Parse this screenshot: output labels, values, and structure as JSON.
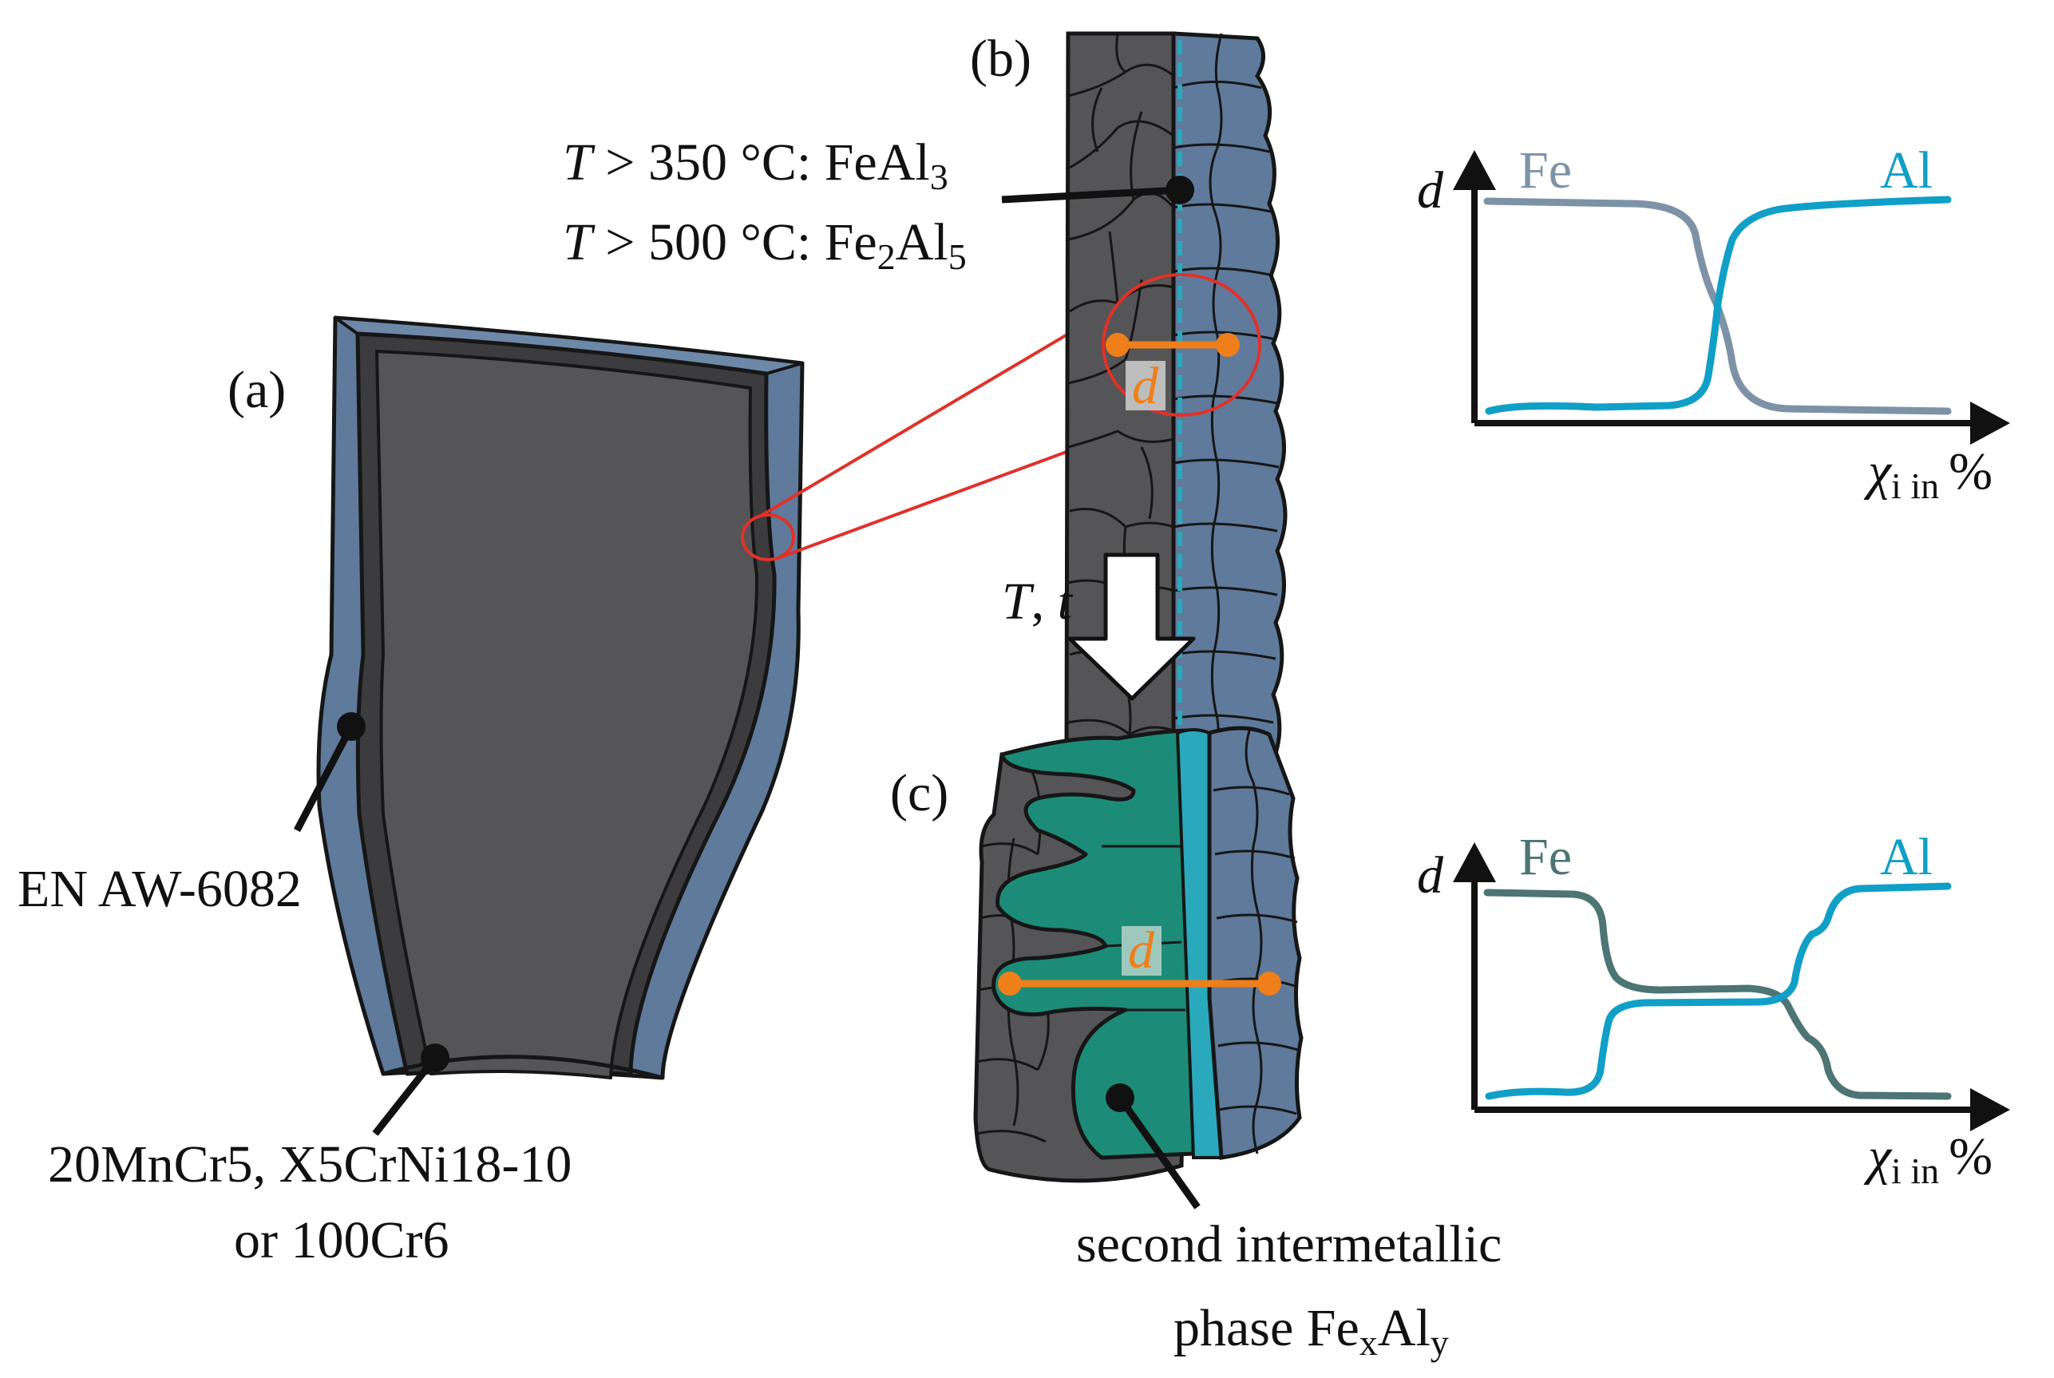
{
  "colors": {
    "steel": "#555557",
    "steel_dark": "#3c3c3e",
    "aluminium": "#5f7a9a",
    "aluminium_light": "#6e88a8",
    "outline": "#161616",
    "zoom_line": "#e0312a",
    "thickness_marker": "#ee7f1b",
    "phase_green": "#1c8c78",
    "phase_cyan": "#2aa9bd",
    "fe_curve_b": "#7d92a6",
    "fe_curve_c": "#4c7574",
    "al_curve": "#0f9fc7"
  },
  "panels": {
    "a": {
      "label": "(a)"
    },
    "b": {
      "label": "(b)"
    },
    "c": {
      "label": "(c)"
    }
  },
  "annotations": {
    "outer_material": "EN AW-6082",
    "inner_material_line1": "20MnCr5, X5CrNi18-10",
    "inner_material_line2": "or 100Cr6",
    "phase_350": {
      "T": "T",
      "rest": " > 350 °C: FeAl",
      "sub": "3"
    },
    "phase_500": {
      "T": "T",
      "rest": " > 500 °C: Fe",
      "sub1": "2",
      "mid": "Al",
      "sub2": "5"
    },
    "process_T": "T",
    "process_sep": ", ",
    "process_t": "t",
    "second_phase_line1": "second intermetallic",
    "second_phase_line2_pre": "phase Fe",
    "second_phase_sub_x": "x",
    "second_phase_mid": "Al",
    "second_phase_sub_y": "y",
    "thickness_symbol": "d"
  },
  "charts": {
    "top": {
      "y_axis": "d",
      "x_axis_symbol": "χ",
      "x_axis_sub": "i in",
      "x_axis_unit": "%",
      "series_fe": "Fe",
      "series_al": "Al"
    },
    "bottom": {
      "y_axis": "d",
      "x_axis_symbol": "χ",
      "x_axis_sub": "i in",
      "x_axis_unit": "%",
      "series_fe": "Fe",
      "series_al": "Al"
    }
  }
}
